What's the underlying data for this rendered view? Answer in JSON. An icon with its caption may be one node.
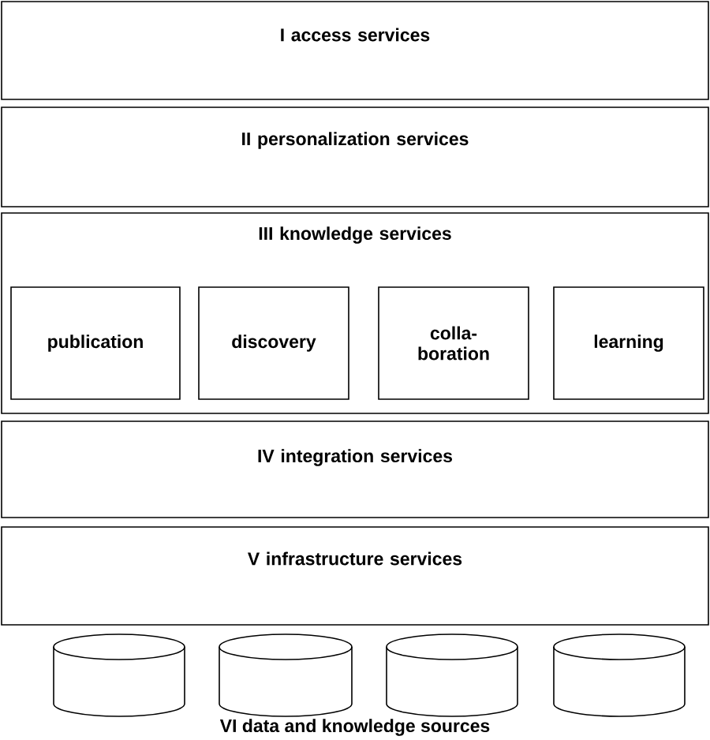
{
  "diagram": {
    "nodes": [
      {
        "text": [
          "I access services"
        ]
      },
      {
        "text": [
          "II personalization services"
        ]
      },
      {
        "text": [
          "III knowledge services"
        ]
      },
      {
        "text": [
          "publication"
        ],
        "in": 2
      },
      {
        "text": [
          "discovery"
        ],
        "in": 2
      },
      {
        "text": [
          "colla-boration"
        ],
        "in": 2
      },
      {
        "text": [
          "learning"
        ],
        "in": 2
      },
      {
        "text": [
          "IV integration services"
        ]
      },
      {
        "text": [
          "V infrastructure services"
        ]
      },
      {
        "text": [],
        "shape": "cylinder"
      },
      {
        "text": [],
        "shape": "cylinder"
      },
      {
        "text": [],
        "shape": "cylinder"
      },
      {
        "text": [],
        "shape": "cylinder"
      }
    ],
    "labels": [
      "VI data and knowledge sources"
    ]
  }
}
